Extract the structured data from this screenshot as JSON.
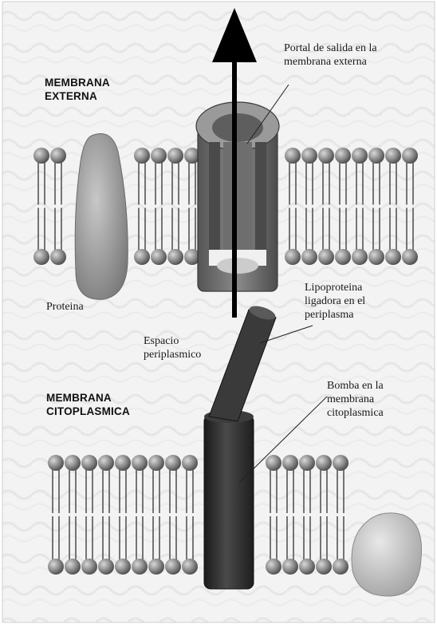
{
  "labels": {
    "outer_membrane_line1": "MEMBRANA",
    "outer_membrane_line2": "EXTERNA",
    "cyto_membrane_line1": "MEMBRANA",
    "cyto_membrane_line2": "CITOPLASMICA",
    "portal_line1": "Portal de salida en la",
    "portal_line2": "membrana externa",
    "protein": "Proteina",
    "lipoprotein_line1": "Lipoproteina",
    "lipoprotein_line2": "ligadora en el",
    "lipoprotein_line3": "periplasma",
    "periplasmic_line1": "Espacio",
    "periplasmic_line2": "periplasmico",
    "pump_line1": "Bomba en la",
    "pump_line2": "membrana",
    "pump_line3": "citoplasmica"
  },
  "colors": {
    "head_group": "#8a8a8a",
    "tail": "#555555",
    "pump": "#2e2e2e",
    "portal": "#6a6a6a",
    "protein": "#9c9c9c",
    "arrow": "#000000"
  }
}
